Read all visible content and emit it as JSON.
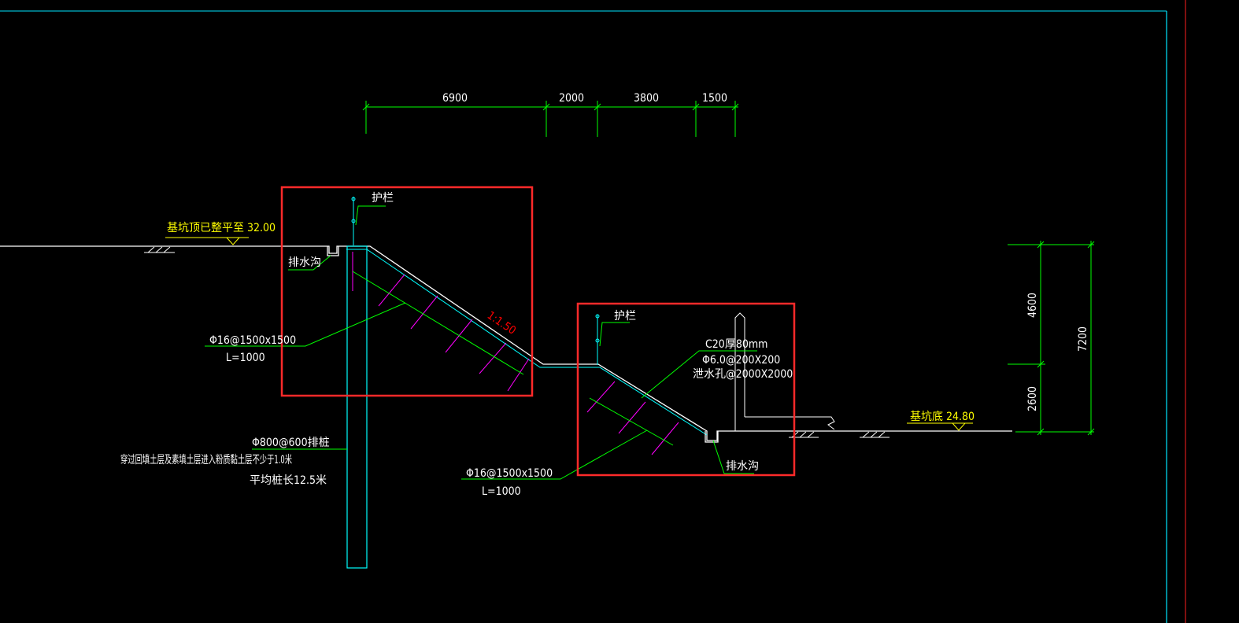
{
  "colors": {
    "background": "#000000",
    "ground": "#ffffff",
    "dimension": "#00ff00",
    "pile": "#00ffff",
    "nail": "#ff00ff",
    "highlight_box": "#ff2a2a",
    "label_yellow": "#ffff00",
    "label_white": "#ffffff",
    "label_red": "#ff0000",
    "frame_cyan": "#00e5ff",
    "frame_red": "#ff2020"
  },
  "dimensions_top": [
    "6900",
    "2000",
    "3800",
    "1500"
  ],
  "dimensions_right": {
    "upper": "4600",
    "lower": "2600",
    "total": "7200"
  },
  "labels": {
    "top_elevation": "基坑顶已整平至  32.00",
    "bottom_elevation": "基坑底 24.80",
    "railing_1": "护栏",
    "railing_2": "护栏",
    "drain_1": "排水沟",
    "drain_2": "排水沟",
    "slope_ratio": "1:1.50",
    "nail_spec_1_line1": "Φ16@1500x1500",
    "nail_spec_1_line2": "L=1000",
    "nail_spec_2_line1": "Φ16@1500x1500",
    "nail_spec_2_line2": "L=1000",
    "pile_spec": "Φ800@600排桩",
    "pile_note": "穿过回填土层及素填土层进入粉质黏土层不少于1.0米",
    "pile_length": "平均桩长12.5米",
    "facing_line1": "C20厚80mm",
    "facing_line2": "Φ6.0@200X200",
    "facing_line3": "泄水孔@2000X2000"
  }
}
